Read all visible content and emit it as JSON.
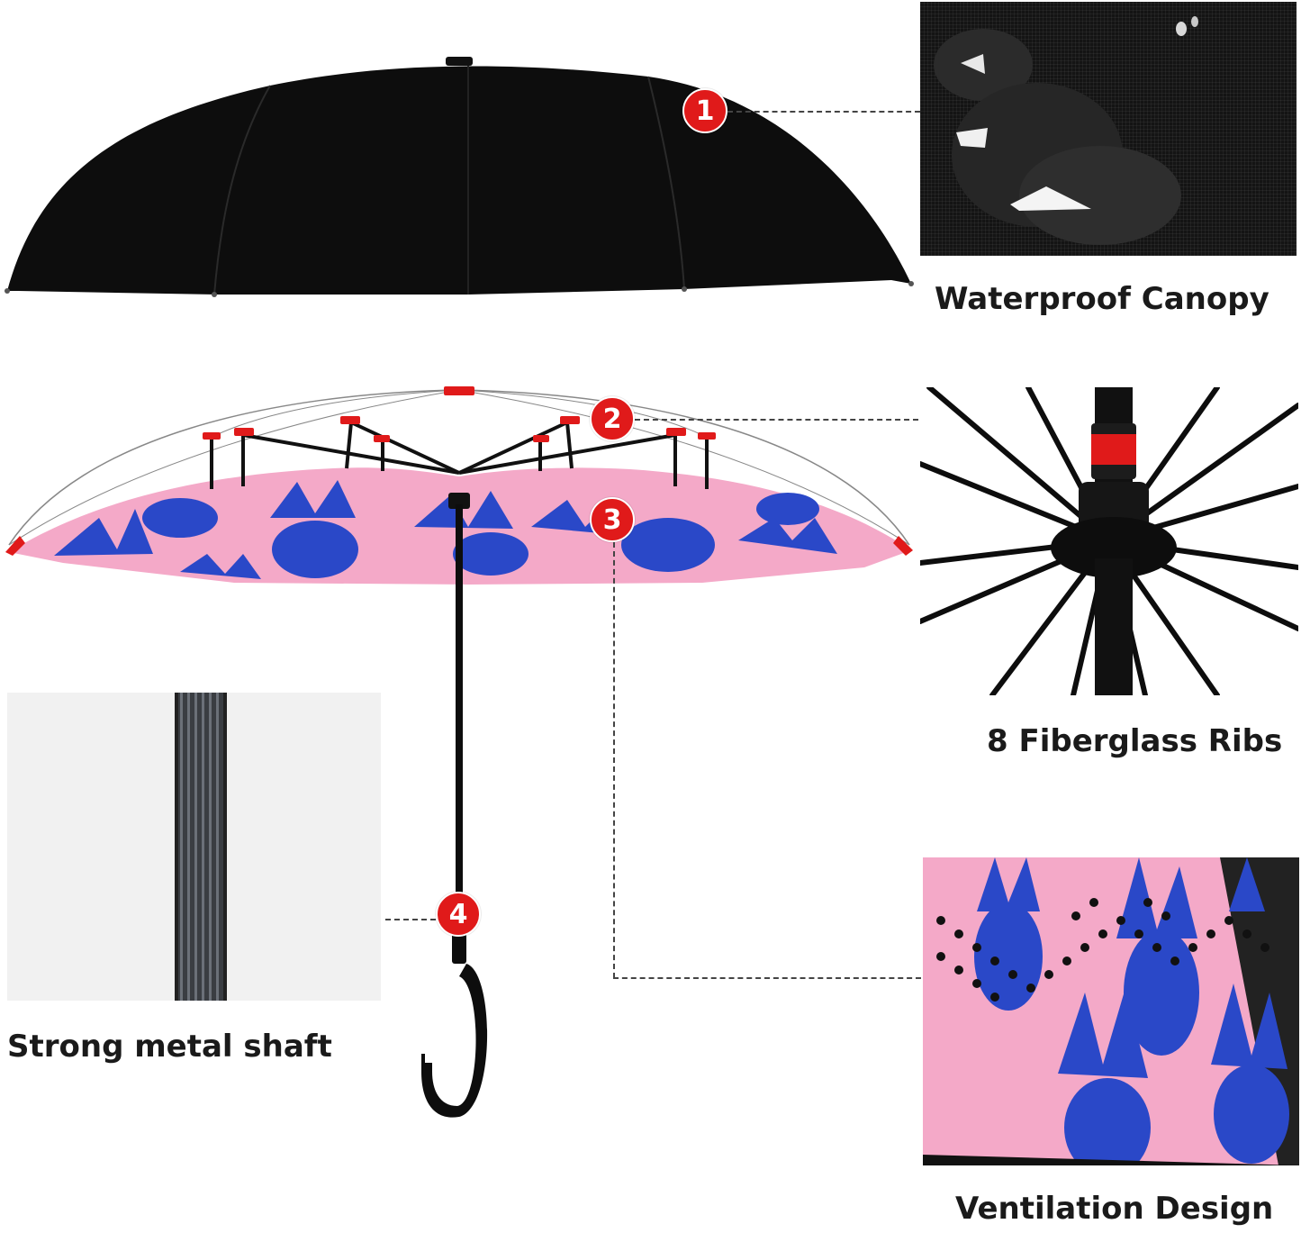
{
  "features": [
    {
      "number": "1",
      "label": "Waterproof Canopy"
    },
    {
      "number": "2",
      "label": "8 Fiberglass Ribs"
    },
    {
      "number": "3",
      "label": "Ventilation Design"
    },
    {
      "number": "4",
      "label": "Strong metal shaft"
    }
  ],
  "colors": {
    "badge": "#e01a1a",
    "canopy_outer": "#0d0d0d",
    "canopy_inner": "#f4a9c8",
    "pineapple": "#2a48c8",
    "rib_tip": "#e01a1a"
  },
  "icons": [
    "umbrella-closed-outer",
    "umbrella-inverted-inner",
    "c-shaped-handle",
    "pineapple-pattern"
  ]
}
